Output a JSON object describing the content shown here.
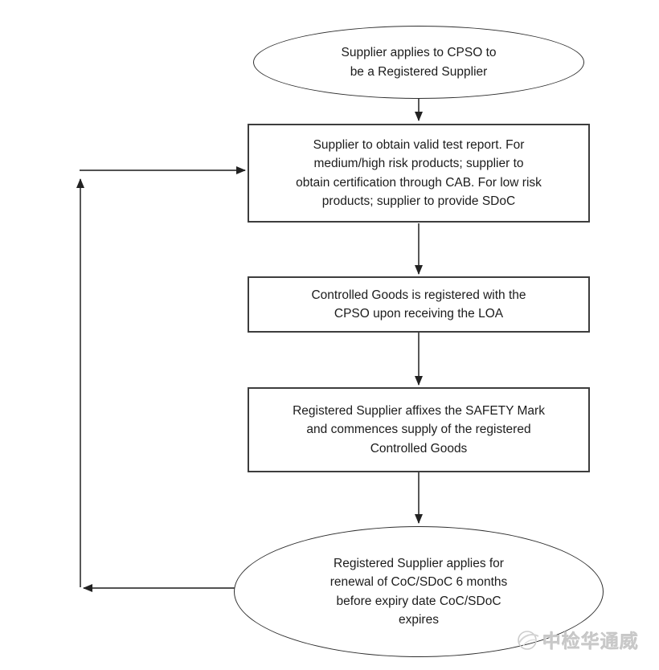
{
  "diagram": {
    "type": "flowchart",
    "nodes": {
      "start": {
        "shape": "ellipse",
        "text": "Supplier applies to CPSO to\nbe a Registered Supplier"
      },
      "step1": {
        "shape": "rect",
        "text": "Supplier to obtain valid test report. For\nmedium/high risk products; supplier to\nobtain certification through CAB. For low risk\nproducts; supplier to provide SDoC"
      },
      "step2": {
        "shape": "rect",
        "text": "Controlled Goods is registered with the\nCPSO upon receiving the LOA"
      },
      "step3": {
        "shape": "rect",
        "text": "Registered Supplier affixes the SAFETY Mark\nand commences supply of the registered\nControlled Goods"
      },
      "renewal": {
        "shape": "ellipse",
        "text": "Registered Supplier applies for\nrenewal of CoC/SDoC 6 months\nbefore expiry date CoC/SDoC\nexpires"
      }
    },
    "edges": [
      {
        "from": "start",
        "to": "step1",
        "type": "straight-down"
      },
      {
        "from": "step1",
        "to": "step2",
        "type": "straight-down"
      },
      {
        "from": "step2",
        "to": "step3",
        "type": "straight-down"
      },
      {
        "from": "step3",
        "to": "renewal",
        "type": "straight-down"
      },
      {
        "from": "renewal",
        "to": "step1",
        "type": "feedback-loop-left"
      }
    ]
  },
  "watermark": {
    "icon": "globe-logo",
    "text": "中检华通威"
  },
  "colors": {
    "background": "#ffffff",
    "shape_border": "#3d3d3d",
    "arrow": "#2a2a2a",
    "text": "#1c1c1c",
    "watermark": "#c9c9c9"
  }
}
